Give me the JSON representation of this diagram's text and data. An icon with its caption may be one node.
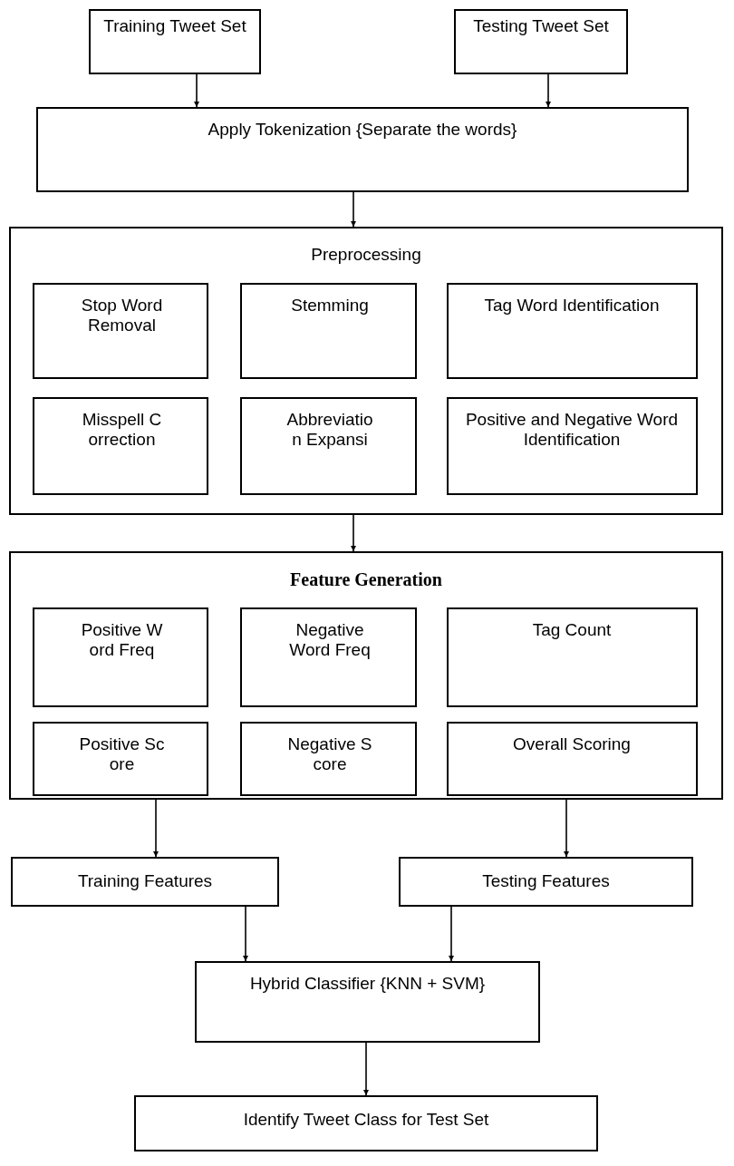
{
  "diagram": {
    "nodes": [
      {
        "text": [
          "Training Tweet Set"
        ]
      },
      {
        "text": [
          "Testing Tweet Set"
        ]
      },
      {
        "text": [
          "Apply Tokenization {Separate the words}"
        ]
      },
      {
        "text": [
          "Preprocessing"
        ]
      },
      {
        "text": [
          "Stop Word Removal"
        ],
        "in": 3
      },
      {
        "text": [
          "Stemming"
        ],
        "in": 3
      },
      {
        "text": [
          "Tag Word Identification"
        ],
        "in": 3
      },
      {
        "text": [
          "Misspell Correction"
        ],
        "in": 3
      },
      {
        "text": [
          "Abbreviation Expansi"
        ],
        "in": 3
      },
      {
        "text": [
          "Positive and Negative Word Identification"
        ],
        "in": 3
      },
      {
        "text": [
          "Feature Generation"
        ]
      },
      {
        "text": [
          "Positive Word Freq"
        ],
        "in": 10
      },
      {
        "text": [
          "Negative Word Freq"
        ],
        "in": 10
      },
      {
        "text": [
          "Tag Count"
        ],
        "in": 10
      },
      {
        "text": [
          "Positive Score"
        ],
        "in": 10
      },
      {
        "text": [
          "Negative Score"
        ],
        "in": 10
      },
      {
        "text": [
          "Overall Scoring"
        ],
        "in": 10
      },
      {
        "text": [
          "Training Features"
        ]
      },
      {
        "text": [
          "Testing Features"
        ]
      },
      {
        "text": [
          "Hybrid Classifier {KNN + SVM}"
        ]
      },
      {
        "text": [
          "Identify Tweet Class for Test Set"
        ]
      }
    ],
    "edges": [
      {
        "from": 0,
        "to": 2,
        "arrow": "to"
      },
      {
        "from": 1,
        "to": 2,
        "arrow": "to"
      },
      {
        "from": 2,
        "to": 3,
        "arrow": "to"
      },
      {
        "from": 3,
        "to": 10,
        "arrow": "to"
      },
      {
        "from": 10,
        "to": 17,
        "arrow": "to"
      },
      {
        "from": 10,
        "to": 18,
        "arrow": "to"
      },
      {
        "from": 17,
        "to": 19,
        "arrow": "to"
      },
      {
        "from": 18,
        "to": 19,
        "arrow": "to"
      },
      {
        "from": 19,
        "to": 20,
        "arrow": "to"
      }
    ]
  }
}
